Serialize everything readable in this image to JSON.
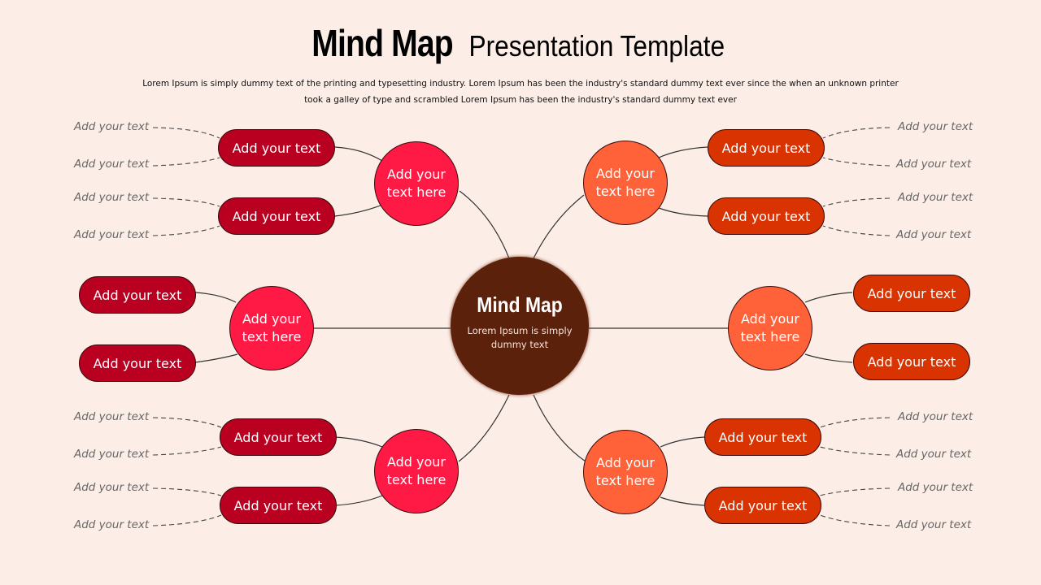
{
  "header": {
    "title_bold": "Mind Map",
    "title_light": "Presentation Template",
    "subtitle_line1": "Lorem Ipsum is simply dummy text of the printing and typesetting industry. Lorem Ipsum has been the industry's standard dummy text ever since the when an unknown printer",
    "subtitle_line2": "took a galley of type and scrambled Lorem Ipsum has been the industry's standard dummy text ever"
  },
  "center": {
    "title": "Mind Map",
    "subtitle": "Lorem Ipsum is simply dummy text"
  },
  "colors": {
    "background": "#fcede7",
    "center": "#5c210b",
    "red_node": "#ff1a45",
    "red_pill": "#b90020",
    "orange_node": "#ff6139",
    "orange_pill": "#d83300"
  },
  "branches": {
    "top_left": {
      "node": "Add your text here",
      "pills": [
        "Add your text",
        "Add your text"
      ],
      "leaves": [
        "Add your text",
        "Add your text",
        "Add your text",
        "Add your text"
      ]
    },
    "middle_left": {
      "node": "Add your text here",
      "pills": [
        "Add your text",
        "Add your text"
      ]
    },
    "bottom_left": {
      "node": "Add your text here",
      "pills": [
        "Add your text",
        "Add your text"
      ],
      "leaves": [
        "Add your text",
        "Add your text",
        "Add your text",
        "Add your text"
      ]
    },
    "top_right": {
      "node": "Add your text here",
      "pills": [
        "Add your text",
        "Add your text"
      ],
      "leaves": [
        "Add your text",
        "Add your text",
        "Add your text",
        "Add your text"
      ]
    },
    "middle_right": {
      "node": "Add your text here",
      "pills": [
        "Add your text",
        "Add your text"
      ]
    },
    "bottom_right": {
      "node": "Add your text here",
      "pills": [
        "Add your text",
        "Add your text"
      ],
      "leaves": [
        "Add your text",
        "Add your text",
        "Add your text",
        "Add your text"
      ]
    }
  }
}
